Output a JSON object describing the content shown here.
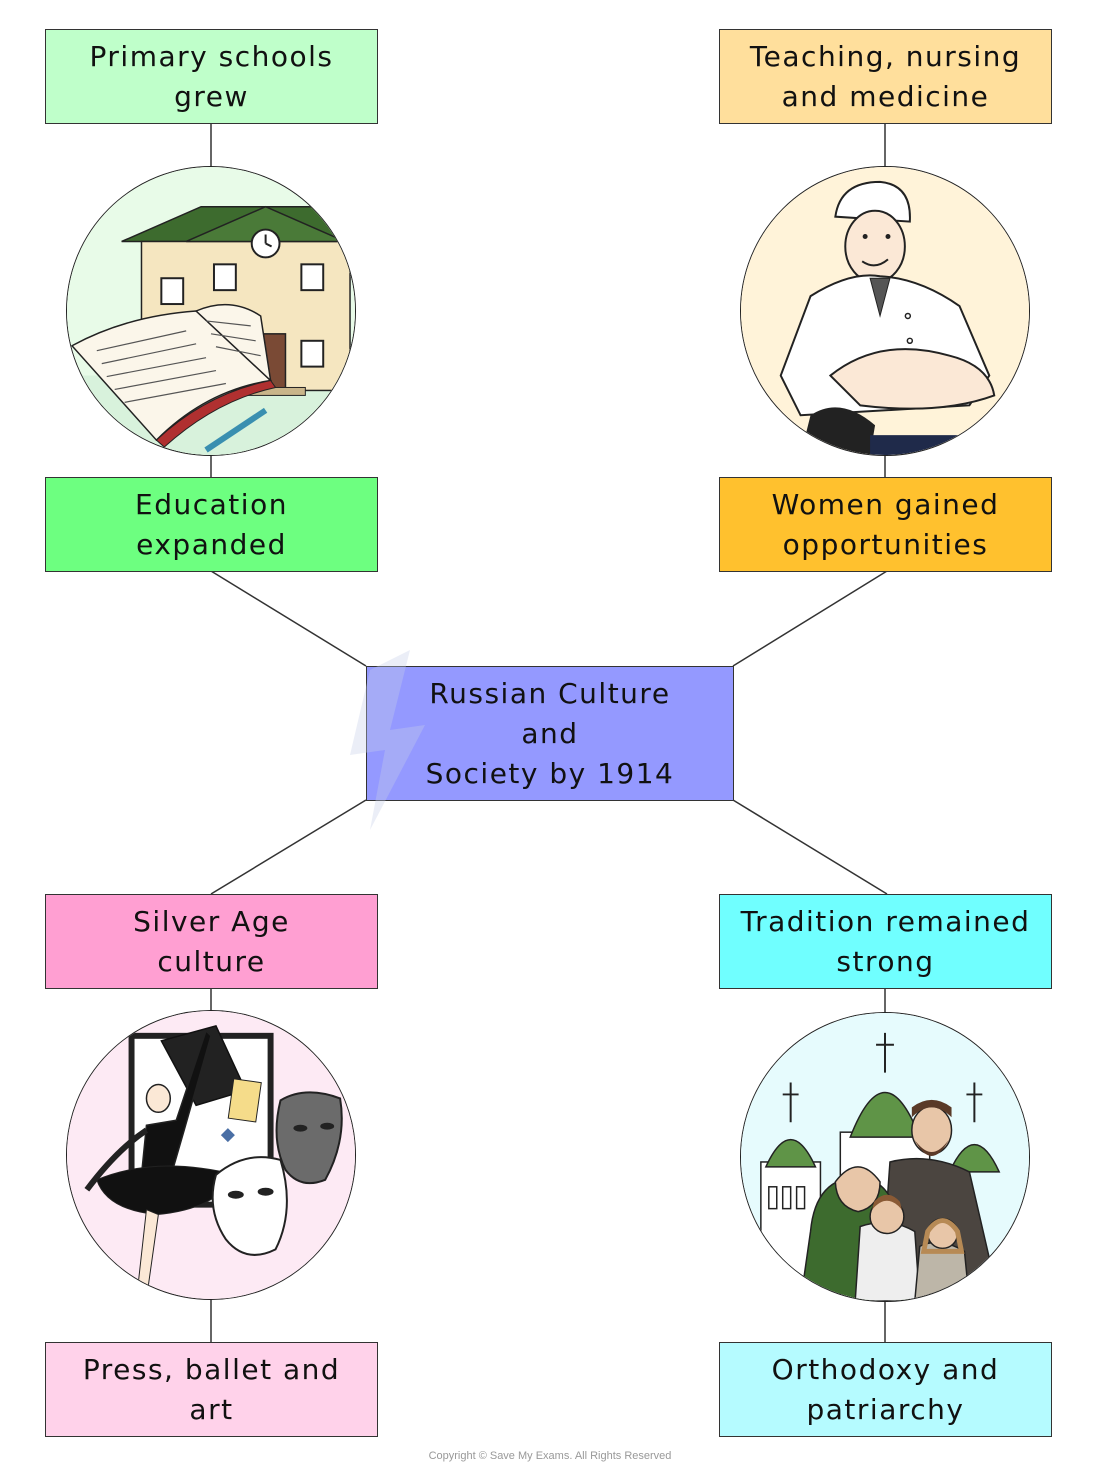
{
  "center": {
    "text": "Russian Culture\nand\nSociety by 1914",
    "color": "#9499ff"
  },
  "branches": [
    {
      "id": "education",
      "top_text": "Primary schools\ngrew",
      "top_color": "#bfffca",
      "main_text": "Education\nexpanded",
      "main_color": "#6dff80",
      "icon": "school-book-icon",
      "circle_color": "#e8fbe8"
    },
    {
      "id": "women",
      "top_text": "Teaching, nursing\nand medicine",
      "top_color": "#ffdf9c",
      "main_text": "Women gained\nopportunities",
      "main_color": "#ffc12e",
      "icon": "nurse-icon",
      "circle_color": "#fff3d9"
    },
    {
      "id": "silver-age",
      "main_text": "Silver Age\nculture",
      "main_color": "#ff9fd2",
      "bottom_text": "Press, ballet and\nart",
      "bottom_color": "#ffd2ea",
      "icon": "ballet-masks-icon",
      "circle_color": "#fdeaf4"
    },
    {
      "id": "tradition",
      "main_text": "Tradition remained\nstrong",
      "main_color": "#70ffff",
      "bottom_text": "Orthodoxy and\npatriarchy",
      "bottom_color": "#b5fbff",
      "icon": "church-family-icon",
      "circle_color": "#e6fbfd"
    }
  ],
  "footer": "Copyright © Save My Exams. All Rights Reserved",
  "watermark": "Save My Exams"
}
